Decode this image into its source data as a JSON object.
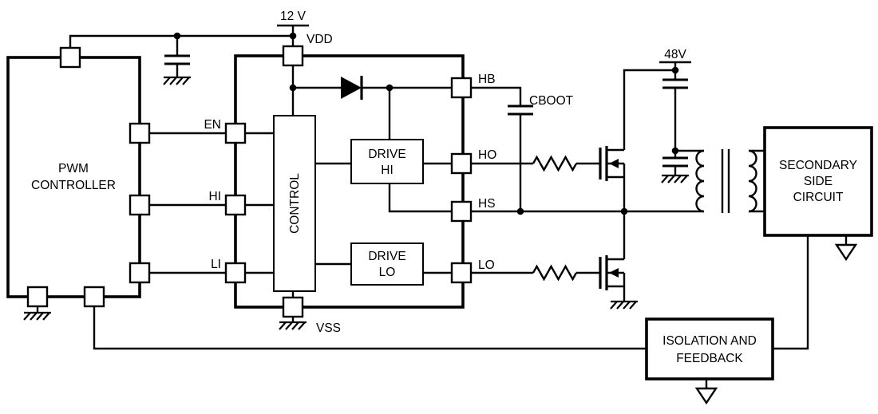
{
  "colors": {
    "ink": "#000000",
    "background": "#ffffff"
  },
  "labels": {
    "supply_12v": "12 V",
    "supply_48v": "48V",
    "vdd": "VDD",
    "vss": "VSS",
    "en": "EN",
    "hi": "HI",
    "li": "LI",
    "hb": "HB",
    "ho": "HO",
    "hs": "HS",
    "lo": "LO",
    "cboot": "CBOOT"
  },
  "blocks": {
    "pwm_controller": {
      "line1": "PWM",
      "line2": "CONTROLLER"
    },
    "driver": {
      "control": "CONTROL",
      "drive_hi": {
        "line1": "DRIVE",
        "line2": "HI"
      },
      "drive_lo": {
        "line1": "DRIVE",
        "line2": "LO"
      }
    },
    "secondary_side": {
      "line1": "SECONDARY",
      "line2": "SIDE",
      "line3": "CIRCUIT"
    },
    "isolation_feedback": {
      "line1": "ISOLATION AND",
      "line2": "FEEDBACK"
    }
  }
}
